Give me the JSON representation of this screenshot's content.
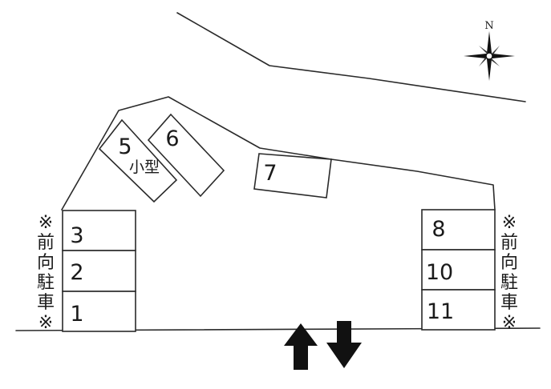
{
  "compass": {
    "north_label": "N",
    "icon": "compass-rose-icon"
  },
  "spaces": [
    {
      "id": "1",
      "label": "1"
    },
    {
      "id": "2",
      "label": "2"
    },
    {
      "id": "3",
      "label": "3"
    },
    {
      "id": "5",
      "label": "5",
      "sub_label": "小型"
    },
    {
      "id": "6",
      "label": "6"
    },
    {
      "id": "7",
      "label": "7"
    },
    {
      "id": "8",
      "label": "8"
    },
    {
      "id": "10",
      "label": "10"
    },
    {
      "id": "11",
      "label": "11"
    }
  ],
  "notes": {
    "left": [
      "※",
      "前",
      "向",
      "駐",
      "車",
      "※"
    ],
    "right": [
      "※",
      "前",
      "向",
      "駐",
      "車",
      "※"
    ]
  },
  "arrows": {
    "entry": "arrow-up-icon",
    "exit": "arrow-down-icon"
  }
}
